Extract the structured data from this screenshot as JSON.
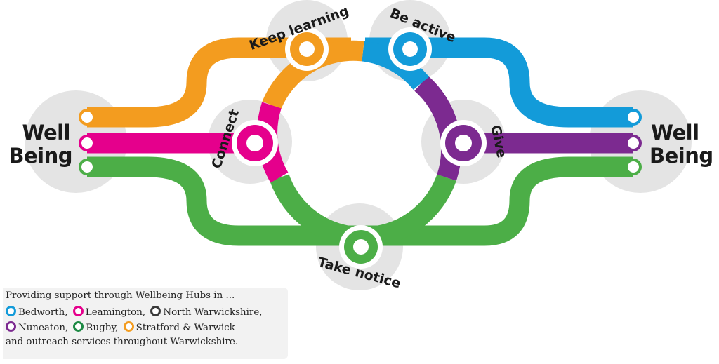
{
  "colors": {
    "orange": "#f39c1f",
    "blue": "#139bd9",
    "magenta": "#e5008c",
    "purple": "#7c2a90",
    "green": "#4cae47",
    "dark_green": "#1e8a45",
    "dark_grey": "#3a3a3a",
    "halo": "#e4e4e4"
  },
  "hubs": {
    "left": {
      "line1": "Well",
      "line2": "Being"
    },
    "right": {
      "line1": "Well",
      "line2": "Being"
    }
  },
  "stations": {
    "keep_learning": "Keep learning",
    "be_active": "Be active",
    "connect": "Connect",
    "give": "Give",
    "take_notice": "Take notice"
  },
  "legend": {
    "intro": "Providing support through Wellbeing Hubs in ...",
    "locations": [
      {
        "name": "Bedworth,",
        "color": "#139bd9"
      },
      {
        "name": "Leamington,",
        "color": "#e5008c"
      },
      {
        "name": "North Warwickshire,",
        "color": "#3a3a3a"
      },
      {
        "name": "Nuneaton,",
        "color": "#7c2a90"
      },
      {
        "name": "Rugby,",
        "color": "#1e8a45"
      },
      {
        "name": "Stratford & Warwick",
        "color": "#f39c1f"
      }
    ],
    "outro": "and outreach services throughout Warwickshire."
  }
}
